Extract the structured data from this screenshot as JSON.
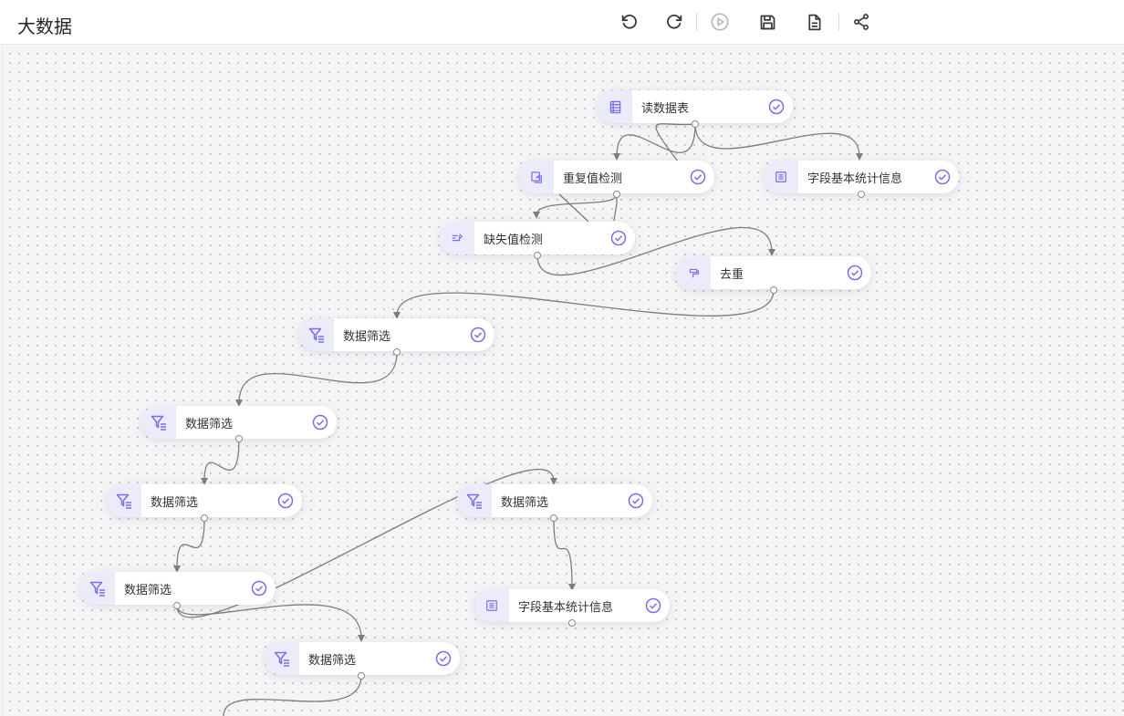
{
  "header": {
    "title": "大数据",
    "toolbar": [
      {
        "name": "undo-button",
        "icon": "undo-icon"
      },
      {
        "name": "redo-button",
        "icon": "redo-icon"
      },
      {
        "name": "run-button",
        "icon": "play-circle-icon",
        "disabled": true
      },
      {
        "name": "save-button",
        "icon": "save-icon"
      },
      {
        "name": "log-button",
        "icon": "document-icon"
      },
      {
        "name": "share-button",
        "icon": "share-icon"
      }
    ]
  },
  "nodes": [
    {
      "id": "n1",
      "label": "读数据表",
      "icon": "table-icon",
      "status": "success"
    },
    {
      "id": "n2",
      "label": "重复值检测",
      "icon": "duplicate-check-icon",
      "status": "success"
    },
    {
      "id": "n3",
      "label": "字段基本统计信息",
      "icon": "list-icon",
      "status": "success"
    },
    {
      "id": "n4",
      "label": "缺失值检测",
      "icon": "missing-value-icon",
      "status": "success"
    },
    {
      "id": "n5",
      "label": "去重",
      "icon": "dedupe-icon",
      "status": "success"
    },
    {
      "id": "n6",
      "label": "数据筛选",
      "icon": "filter-icon",
      "status": "success"
    },
    {
      "id": "n7",
      "label": "数据筛选",
      "icon": "filter-icon",
      "status": "success"
    },
    {
      "id": "n8",
      "label": "数据筛选",
      "icon": "filter-icon",
      "status": "success"
    },
    {
      "id": "n9",
      "label": "数据筛选",
      "icon": "filter-icon",
      "status": "success"
    },
    {
      "id": "n10",
      "label": "数据筛选",
      "icon": "filter-icon",
      "status": "success"
    },
    {
      "id": "n11",
      "label": "字段基本统计信息",
      "icon": "list-icon",
      "status": "success"
    },
    {
      "id": "n12",
      "label": "数据筛选",
      "icon": "filter-icon",
      "status": "success"
    }
  ],
  "colors": {
    "accent": "#7b6ee8",
    "icon_bg": "#ecebfa",
    "edge": "#7d7d7d"
  }
}
